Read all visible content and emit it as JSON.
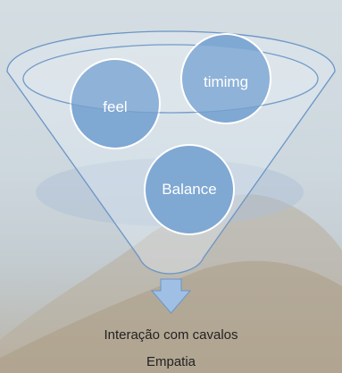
{
  "diagram": {
    "circles": [
      {
        "label": "feel"
      },
      {
        "label": "timimg"
      },
      {
        "label": "Balance"
      }
    ],
    "captions": [
      "Interação com cavalos",
      "Empatia"
    ]
  },
  "colors": {
    "circle_fill": "#7fa8d3",
    "funnel_stroke": "#6b95c5",
    "arrow_fill": "#9fc0e4",
    "text": "#222222"
  }
}
